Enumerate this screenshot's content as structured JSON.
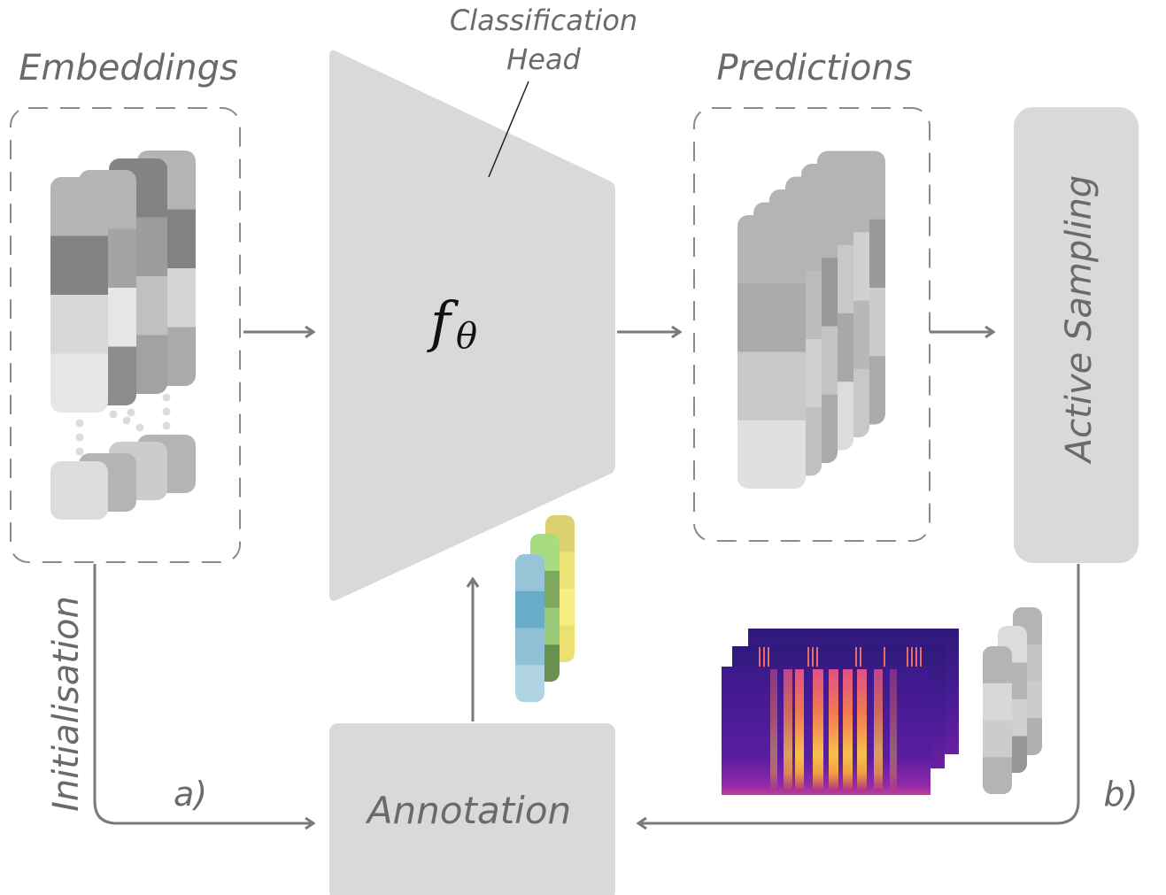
{
  "labels": {
    "embeddings": "Embeddings",
    "classification_head_line1": "Classification",
    "classification_head_line2": "Head",
    "predictions": "Predictions",
    "active_sampling": "Active Sampling",
    "initialisation": "Initialisation",
    "annotation": "Annotation",
    "step_a": "a)",
    "step_b": "b)",
    "function_symbol": "f",
    "function_subscript": "θ"
  },
  "colors": {
    "block_fill": "#d9d9d9",
    "text": "#6a6a6a",
    "arrow": "#7a7a7a",
    "dashed_border": "#8a8a8a"
  }
}
